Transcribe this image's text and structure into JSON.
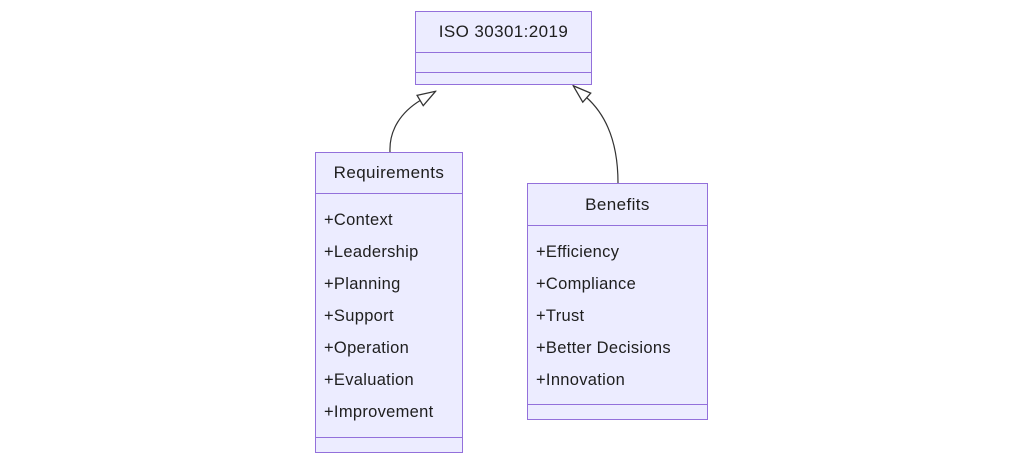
{
  "diagram_type": "uml-class-diagram",
  "classes": {
    "iso": {
      "name": "ISO 30301:2019",
      "members": [],
      "methods": []
    },
    "requirements": {
      "name": "Requirements",
      "members": [
        "+Context",
        "+Leadership",
        "+Planning",
        "+Support",
        "+Operation",
        "+Evaluation",
        "+Improvement"
      ],
      "methods": []
    },
    "benefits": {
      "name": "Benefits",
      "members": [
        "+Efficiency",
        "+Compliance",
        "+Trust",
        "+Better Decisions",
        "+Innovation"
      ],
      "methods": []
    }
  },
  "relations": [
    {
      "from": "Requirements",
      "to": "ISO 30301:2019",
      "type": "inheritance",
      "arrow": "hollow-triangle"
    },
    {
      "from": "Benefits",
      "to": "ISO 30301:2019",
      "type": "inheritance",
      "arrow": "hollow-triangle"
    }
  ],
  "colors": {
    "node_fill": "#ECECFF",
    "node_border": "#9370DB",
    "edge": "#333333",
    "arrowhead_fill": "#ffffff",
    "text": "#1e1e1e",
    "background": "#ffffff"
  }
}
